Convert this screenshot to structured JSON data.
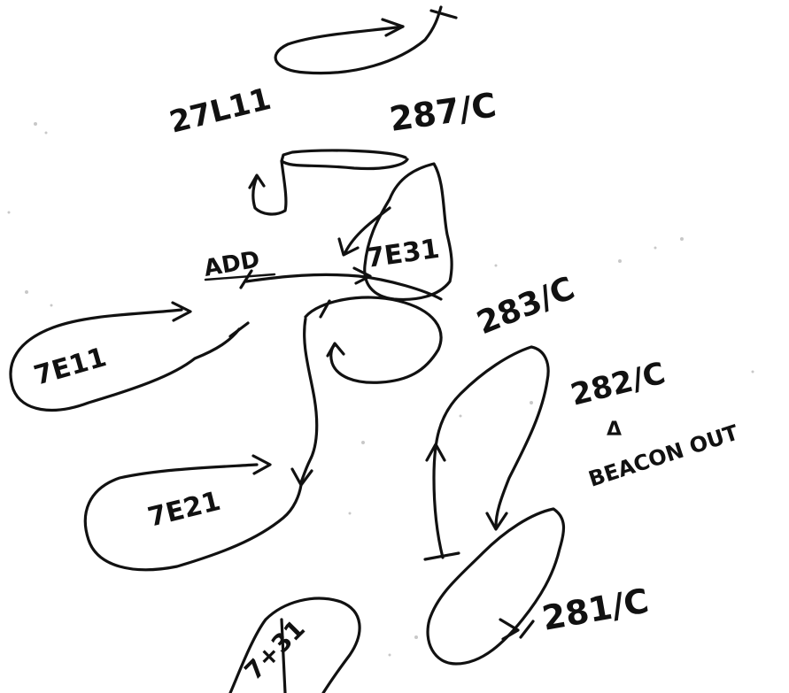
{
  "diagram": {
    "labels": {
      "top_left": "27L11",
      "top_right": "287/C",
      "add": "ADD",
      "loop_7e31": "7E31",
      "loop_283": "283/C",
      "loop_7e11": "7E11",
      "loop_282": "282/C",
      "triangle": "Δ",
      "beacon": "BEACON OUT",
      "loop_7e21": "7E21",
      "loop_281": "281/C",
      "bottom": "7+31"
    },
    "ink_color": "#111111",
    "background_color": "#ffffff"
  }
}
